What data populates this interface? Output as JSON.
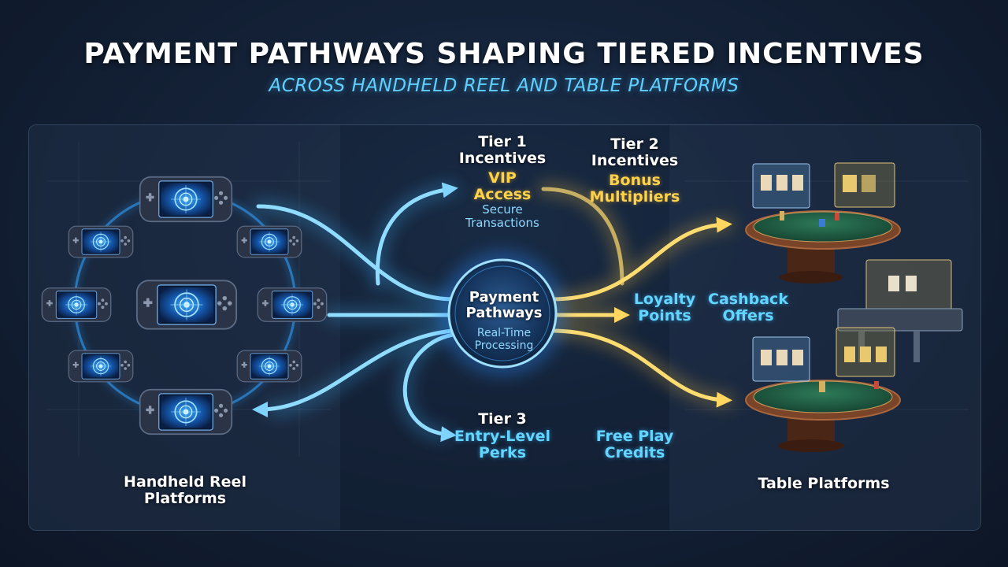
{
  "title": "PAYMENT PATHWAYS SHAPING TIERED INCENTIVES",
  "subtitle": "ACROSS HANDHELD REEL AND TABLE PLATFORMS",
  "hub": {
    "title_line1": "Payment",
    "title_line2": "Pathways",
    "sub_line1": "Real-Time",
    "sub_line2": "Processing"
  },
  "left_panel_label": {
    "line1": "Handheld Reel",
    "line2": "Platforms"
  },
  "right_panel_label": "Table Platforms",
  "tier1": {
    "heading_line1": "Tier 1",
    "heading_line2": "Incentives",
    "item_line1": "VIP",
    "item_line2": "Access",
    "sub_line1": "Secure",
    "sub_line2": "Transactions"
  },
  "tier2": {
    "heading_line1": "Tier 2",
    "heading_line2": "Incentives",
    "item_line1": "Bonus",
    "item_line2": "Multipliers"
  },
  "tier3": {
    "heading": "Tier 3",
    "item_line1": "Entry-Level",
    "item_line2": "Perks"
  },
  "loyalty": {
    "line1": "Loyalty",
    "line2": "Points"
  },
  "cashback": {
    "line1": "Cashback",
    "line2": "Offers"
  },
  "freeplay": {
    "line1": "Free Play",
    "line2": "Credits"
  },
  "colors": {
    "blue_flow": "#3fb6ff",
    "gold_flow": "#ffc640",
    "table_felt": "#1f5e45",
    "table_wood": "#6b3a22"
  }
}
